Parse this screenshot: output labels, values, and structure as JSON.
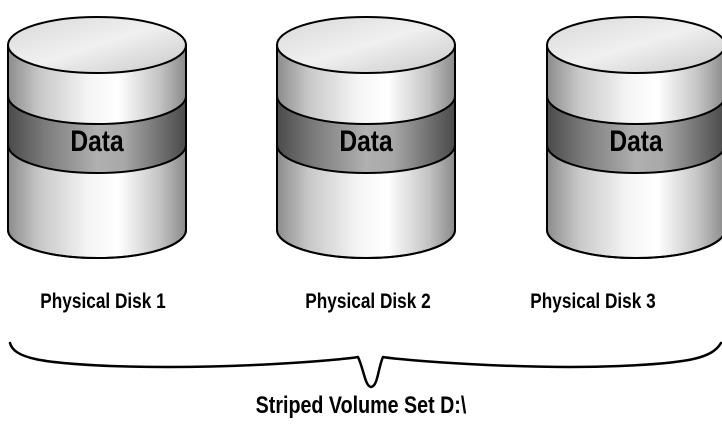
{
  "disks": [
    {
      "label": "Physical Disk 1",
      "band_label": "Data"
    },
    {
      "label": "Physical Disk 2",
      "band_label": "Data"
    },
    {
      "label": "Physical Disk 3",
      "band_label": "Data"
    }
  ],
  "volume": {
    "label": "Striped Volume Set D:\\"
  },
  "colors": {
    "outline": "#000000",
    "body_light": "#f2f2f2",
    "body_dark": "#8c8c8c",
    "band_light": "#a6a6a6",
    "band_dark": "#4d4d4d"
  }
}
